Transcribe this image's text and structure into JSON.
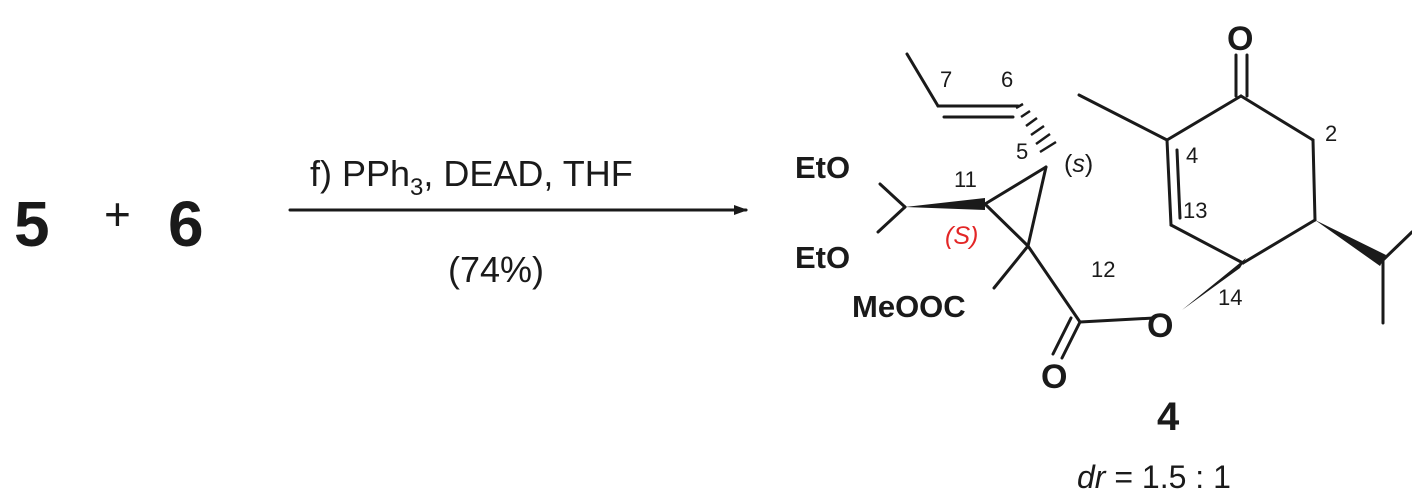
{
  "scheme": {
    "reactant_a": "5",
    "plus": "+",
    "reactant_b": "6",
    "reagents_prefix": "f) PPh",
    "reagents_sub": "3",
    "reagents_suffix": ", DEAD, THF",
    "yield": "(74%)"
  },
  "product": {
    "groups": {
      "eto_top": "EtO",
      "eto_bottom": "EtO",
      "meooc": "MeOOC"
    },
    "oxygens": {
      "ketone_o": "O",
      "ester_o": "O",
      "carbonyl_o": "O"
    },
    "atom_numbers": {
      "n2": "2",
      "n4": "4",
      "n5": "5",
      "n6": "6",
      "n7": "7",
      "n11": "11",
      "n12": "12",
      "n13": "13",
      "n14": "14"
    },
    "stereo": {
      "s_lower_open": "(",
      "s_lower": "s",
      "s_lower_close": ")",
      "s_upper_red": "(S)"
    },
    "label": "4",
    "dr_symbol": "dr",
    "dr_value": " = 1.5 : 1"
  },
  "colors": {
    "ink": "#1a1a1a",
    "stereo_red": "#e32626"
  }
}
